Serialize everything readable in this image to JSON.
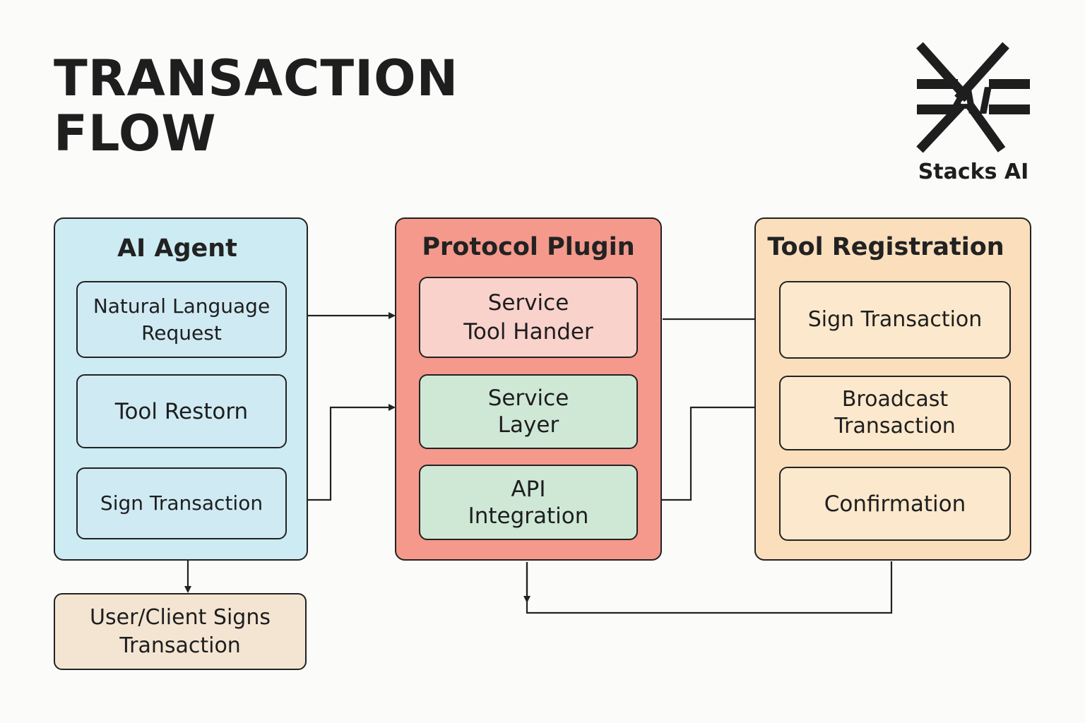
{
  "title": {
    "line1": "TRANSACTION",
    "line2": "FLOW"
  },
  "logo": {
    "text": "Stacks AI",
    "mark": "AI"
  },
  "colors": {
    "agent_fill": "#cdebf3",
    "agent_box": "#cfeaf3",
    "plugin_fill": "#f4998c",
    "plugin_service_box": "#f9d2cc",
    "plugin_green_box": "#cfe8d6",
    "registration_fill": "#fbdfbd",
    "registration_box": "#fce8cc",
    "client_fill": "#f4e5d3",
    "line": "#222222"
  },
  "ai_agent": {
    "title": "AI Agent",
    "items": [
      "Natural Language\nRequest",
      "Tool Restorn",
      "Sign Transaction"
    ]
  },
  "protocol_plugin": {
    "title": "Protocol Plugin",
    "items": [
      "Service\nTool Hander",
      "Service\nLayer",
      "API\nIntegration"
    ]
  },
  "tool_registration": {
    "title": "Tool Registration",
    "items": [
      "Sign Transaction",
      "Broadcast\nTransaction",
      "Confirmation"
    ]
  },
  "client_sign": {
    "label": "User/Client Signs\nTransaction"
  }
}
